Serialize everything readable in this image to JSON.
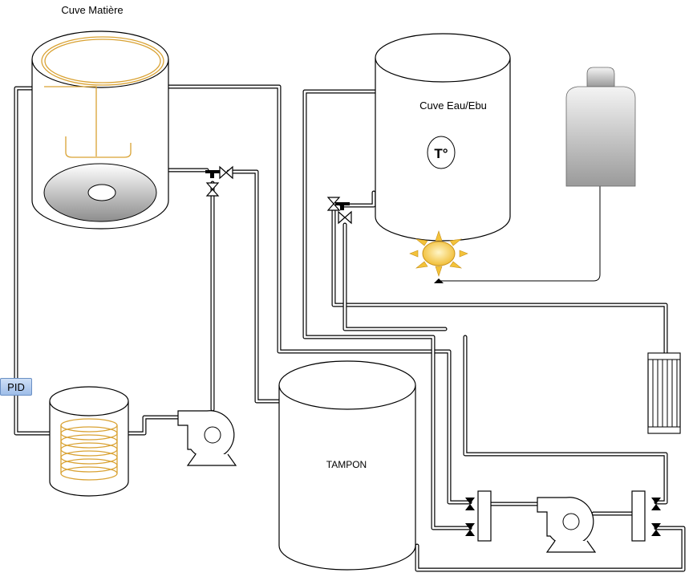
{
  "labels": {
    "tank_matiere": "Cuve Matière",
    "tank_eau": "Cuve Eau/Ebu",
    "temperature": "T°",
    "tank_tampon": "TAMPON",
    "pid": "PID"
  },
  "colors": {
    "coil": "#d9a233",
    "sun": "#f3c23a",
    "pid_tag": "#b4cdf0"
  },
  "icons": [
    "agitator-icon",
    "heating-coil-icon",
    "burner-sun-icon",
    "gas-bottle-icon",
    "pump-icon",
    "valve-icon",
    "filter-icon",
    "plate-exchanger-icon"
  ]
}
